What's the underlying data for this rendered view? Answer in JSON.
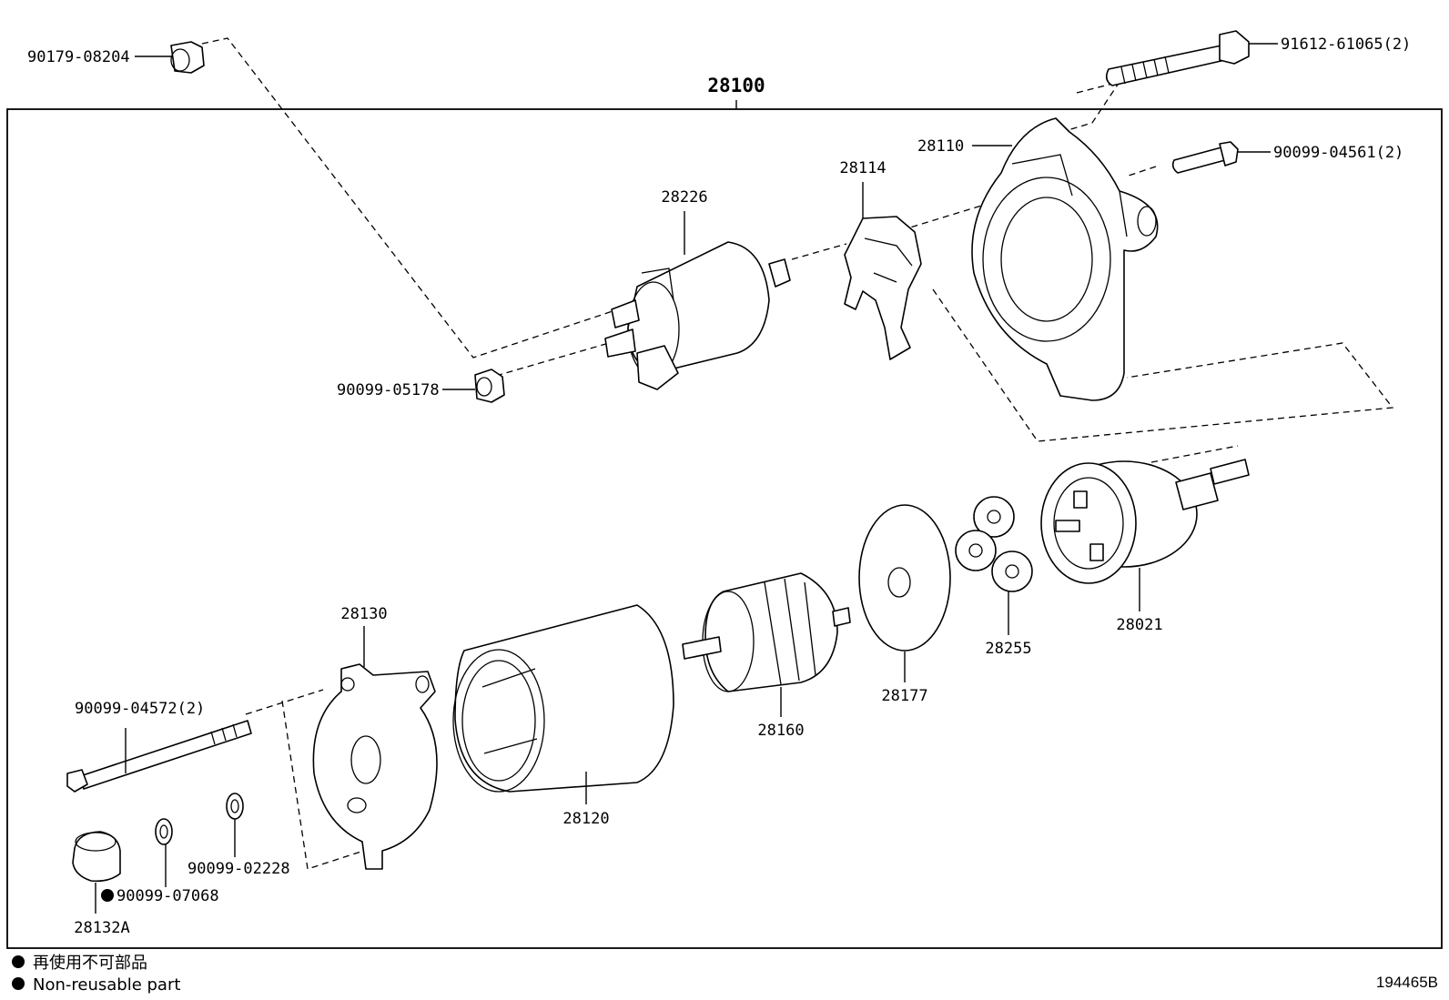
{
  "assembly": {
    "part_no": "28100"
  },
  "labels": {
    "p90179_08204": "90179-08204",
    "p91612_61065": "91612-61065(2)",
    "p28110": "28110",
    "p90099_04561": "90099-04561(2)",
    "p28114": "28114",
    "p28226": "28226",
    "p90099_05178": "90099-05178",
    "p28021": "28021",
    "p28255": "28255",
    "p28177": "28177",
    "p28160": "28160",
    "p28130": "28130",
    "p90099_04572": "90099-04572(2)",
    "p28120": "28120",
    "p90099_02228": "90099-02228",
    "p90099_07068": "90099-07068",
    "p28132A": "28132A"
  },
  "legend": {
    "japanese": "再使用不可部品",
    "english": "Non-reusable part",
    "marker": "●"
  },
  "figure_ref": "194465B"
}
